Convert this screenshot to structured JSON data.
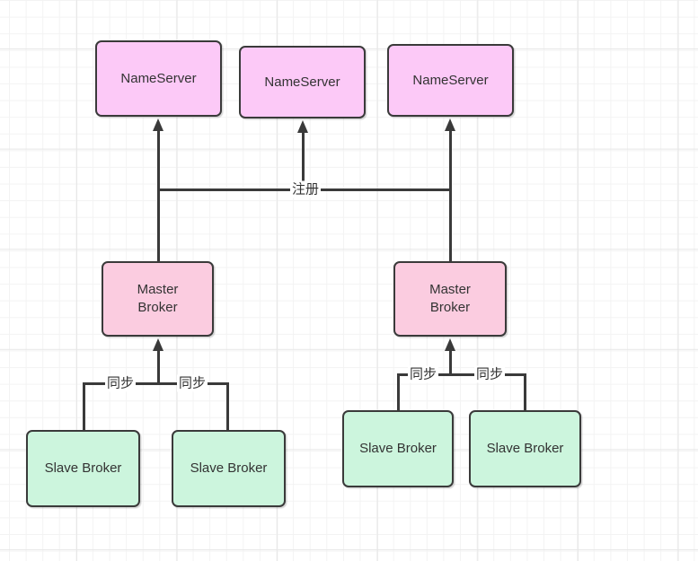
{
  "nodes": {
    "nameserver1": {
      "label": "NameServer"
    },
    "nameserver2": {
      "label": "NameServer"
    },
    "nameserver3": {
      "label": "NameServer"
    },
    "master1": {
      "label": "Master\nBroker"
    },
    "master2": {
      "label": "Master\nBroker"
    },
    "slave1": {
      "label": "Slave Broker"
    },
    "slave2": {
      "label": "Slave Broker"
    },
    "slave3": {
      "label": "Slave Broker"
    },
    "slave4": {
      "label": "Slave Broker"
    }
  },
  "edge_labels": {
    "register": "注册",
    "sync_left_1": "同步",
    "sync_left_2": "同步",
    "sync_right_1": "同步",
    "sync_right_2": "同步"
  },
  "colors": {
    "nameserver_fill": "#fcc9f7",
    "master_fill": "#fbcce0",
    "slave_fill": "#ccf5dd",
    "node_border": "#3a3a3a",
    "edge": "#3a3a3a",
    "text": "#333333"
  }
}
